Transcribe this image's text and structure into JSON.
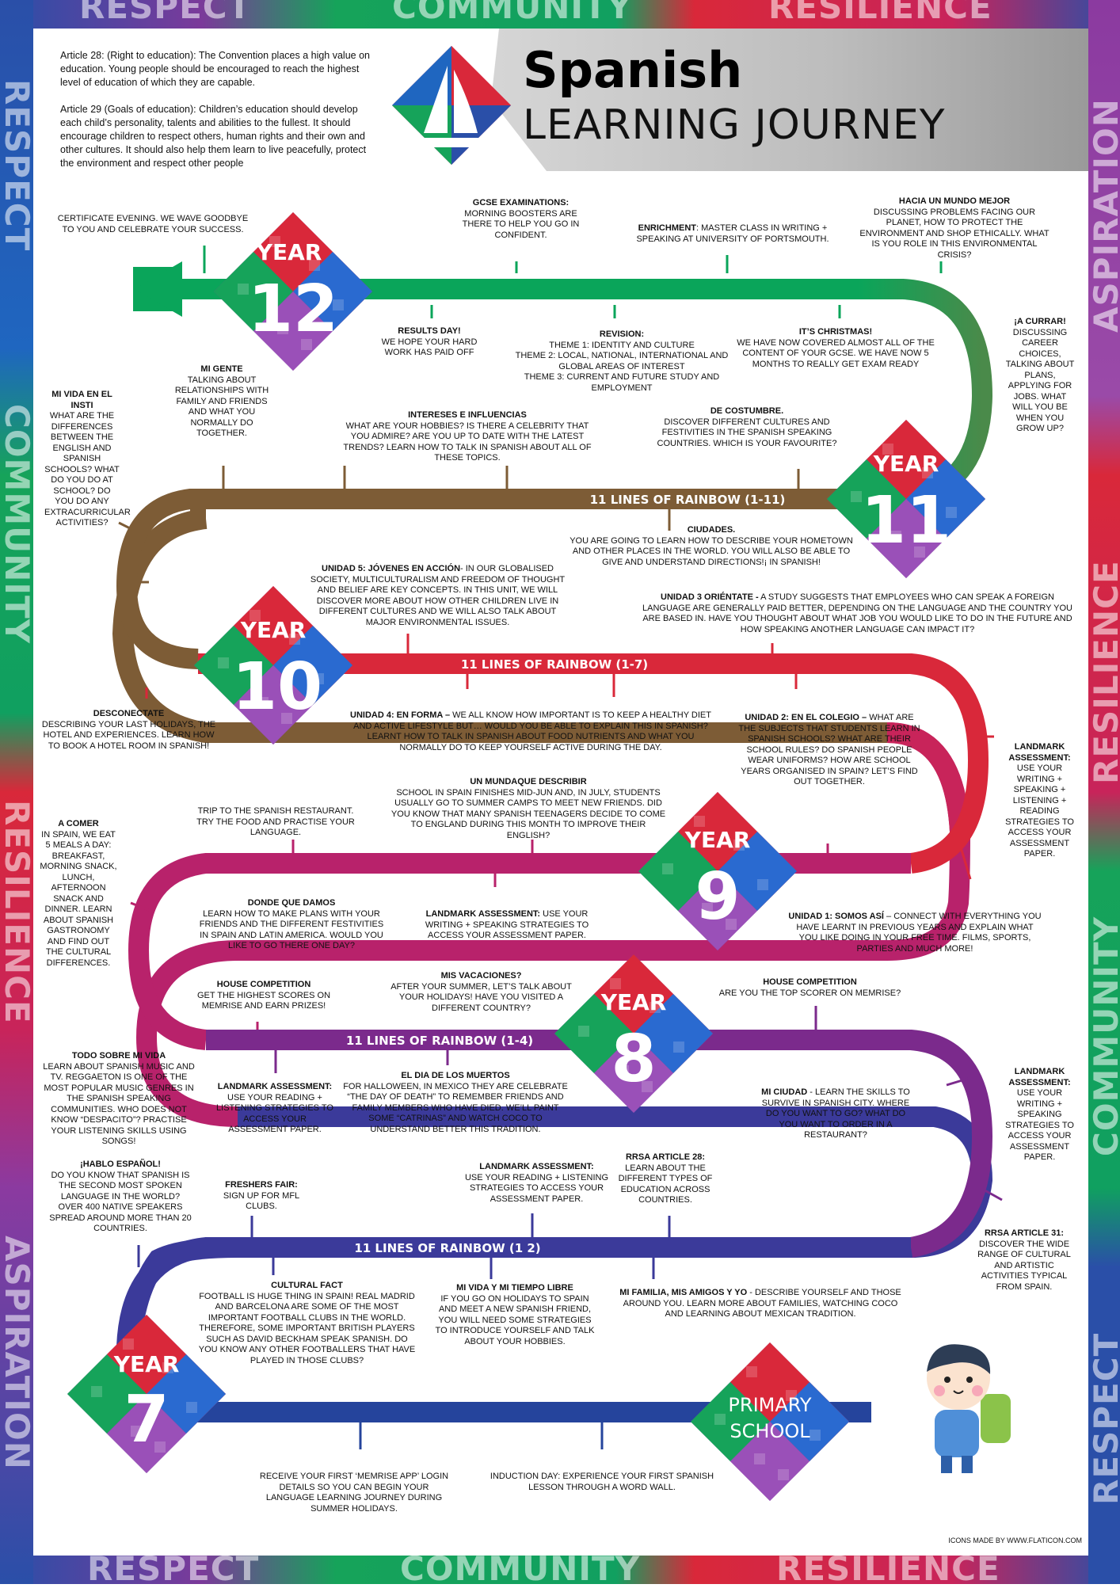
{
  "frame_words": {
    "top": [
      "RESPECT",
      "COMMUNITY",
      "RESILIENCE"
    ],
    "bottom": [
      "RESPECT",
      "COMMUNITY",
      "RESILIENCE"
    ],
    "left": [
      "RESPECT",
      "COMMUNITY",
      "RESILIENCE",
      "ASPIRATION"
    ],
    "right": [
      "ASPIRATION",
      "RESILIENCE",
      "COMMUNITY",
      "RESPECT"
    ]
  },
  "header": {
    "title": "Spanish",
    "subtitle": "LEARNING JOURNEY"
  },
  "articles": [
    {
      "lead": "Article 28:",
      "text": " (Right to education): The Convention places a high value on education. Young people should be encouraged to reach the highest level of education of which they are capable."
    },
    {
      "lead": "Article 29",
      "text": " (Goals of education): Children’s education should develop each child’s personality, talents and abilities to the fullest. It should encourage children to respect others, human rights and their own and other cultures. It should also help them learn to live peacefully, protect the environment and respect other people"
    }
  ],
  "years": [
    {
      "label": "YEAR",
      "num": "12"
    },
    {
      "label": "YEAR",
      "num": "11"
    },
    {
      "label": "YEAR",
      "num": "10"
    },
    {
      "label": "YEAR",
      "num": "9"
    },
    {
      "label": "YEAR",
      "num": "8"
    },
    {
      "label": "YEAR",
      "num": "7"
    },
    {
      "label": "PRIMARY",
      "num": "SCHOOL"
    }
  ],
  "rainbow_labels": [
    "11 LINES OF RAINBOW (1-11)",
    "11 LINES OF RAINBOW (1-7)",
    "11 LINES OF RAINBOW (1-4)",
    "11 LINES OF RAINBOW (1 2)"
  ],
  "milestones": [
    {
      "title": "",
      "text": "CERTIFICATE EVENING. WE WAVE GOODBYE TO YOU AND CELEBRATE YOUR SUCCESS."
    },
    {
      "title": "GCSE EXAMINATIONS:",
      "text": "MORNING BOOSTERS ARE THERE TO HELP YOU GO IN CONFIDENT."
    },
    {
      "title": "ENRICHMENT",
      "text": ": MASTER CLASS IN WRITING + SPEAKING AT UNIVERSITY OF PORTSMOUTH."
    },
    {
      "title": "HACIA UN MUNDO MEJOR",
      "text": "DISCUSSING PROBLEMS FACING OUR PLANET, HOW TO PROTECT THE ENVIRONMENT AND SHOP ETHICALLY. WHAT IS YOU ROLE IN THIS ENVIRONMENTAL CRISIS?"
    },
    {
      "title": "RESULTS DAY!",
      "text": "WE HOPE YOUR HARD WORK HAS PAID OFF"
    },
    {
      "title": "REVISION:",
      "text": "THEME 1: IDENTITY AND CULTURE\nTHEME 2: LOCAL, NATIONAL, INTERNATIONAL AND GLOBAL AREAS OF INTEREST\nTHEME 3: CURRENT AND FUTURE STUDY AND EMPLOYMENT"
    },
    {
      "title": "IT’S CHRISTMAS!",
      "text": "WE HAVE NOW COVERED ALMOST ALL OF THE CONTENT OF YOUR GCSE. WE HAVE NOW 5 MONTHS TO REALLY GET EXAM READY"
    },
    {
      "title": "¡A CURRAR!",
      "text": "DISCUSSING CAREER CHOICES, TALKING ABOUT PLANS, APPLYING FOR JOBS. WHAT WILL YOU BE WHEN YOU GROW UP?"
    },
    {
      "title": "MI GENTE",
      "text": "TALKING ABOUT RELATIONSHIPS WITH FAMILY AND FRIENDS AND WHAT YOU NORMALLY DO TOGETHER."
    },
    {
      "title": "MI VIDA EN EL INSTI",
      "text": "WHAT ARE THE DIFFERENCES BETWEEN THE ENGLISH AND SPANISH SCHOOLS? WHAT DO YOU DO AT SCHOOL? DO YOU DO ANY EXTRACURRICULAR ACTIVITIES?"
    },
    {
      "title": "INTERESES E INFLUENCIAS",
      "text": "WHAT ARE YOUR HOBBIES? IS THERE A CELEBRITY THAT YOU ADMIRE? ARE YOU UP TO DATE WITH THE LATEST TRENDS? LEARN HOW TO TALK IN SPANISH ABOUT ALL OF THESE TOPICS."
    },
    {
      "title": "DE COSTUMBRE.",
      "text": "DISCOVER DIFFERENT CULTURES AND FESTIVITIES IN THE SPANISH SPEAKING COUNTRIES. WHICH IS YOUR FAVOURITE?"
    },
    {
      "title": "CIUDADES.",
      "text": "YOU ARE GOING TO LEARN HOW TO DESCRIBE YOUR HOMETOWN AND OTHER PLACES IN THE WORLD. YOU WILL ALSO BE ABLE TO GIVE AND UNDERSTAND DIRECTIONS!¡ IN SPANISH!"
    },
    {
      "title": "UNIDAD 5: JÓVENES EN ACCIÓN",
      "text": "- IN OUR GLOBALISED SOCIETY, MULTICULTURALISM AND FREEDOM OF THOUGHT AND BELIEF ARE KEY CONCEPTS. IN THIS UNIT, WE WILL DISCOVER MORE ABOUT HOW OTHER CHILDREN LIVE IN DIFFERENT CULTURES AND WE WILL ALSO TALK ABOUT MAJOR ENVIRONMENTAL ISSUES."
    },
    {
      "title": "UNIDAD 3 ORIÉNTATE -",
      "text": " A STUDY SUGGESTS THAT EMPLOYEES WHO CAN SPEAK A FOREIGN LANGUAGE ARE GENERALLY PAID BETTER, DEPENDING ON THE LANGUAGE AND THE COUNTRY YOU ARE BASED IN. HAVE YOU THOUGHT ABOUT WHAT JOB YOU WOULD LIKE TO DO IN THE FUTURE AND HOW SPEAKING ANOTHER LANGUAGE CAN IMPACT IT?"
    },
    {
      "title": "DESCONECTATE",
      "text": "DESCRIBING YOUR LAST HOLIDAYS, THE HOTEL AND EXPERIENCES. LEARN HOW TO BOOK A HOTEL ROOM IN SPANISH!"
    },
    {
      "title": "UNIDAD 4: EN FORMA –",
      "text": " WE ALL KNOW HOW IMPORTANT IS TO KEEP A HEALTHY DIET AND ACTIVE LIFESTYLE BUT… WOULD YOU BE ABLE TO EXPLAIN THIS IN SPANISH? LEARNT HOW TO TALK IN SPANISH ABOUT FOOD NUTRIENTS AND WHAT YOU NORMALLY DO TO KEEP YOURSELF ACTIVE DURING THE DAY."
    },
    {
      "title": "UNIDAD 2: EN EL COLEGIO –",
      "text": " WHAT ARE THE SUBJECTS THAT STUDENTS LEARN IN SPANISH SCHOOLS? WHAT ARE THEIR SCHOOL RULES? DO SPANISH PEOPLE WEAR UNIFORMS? HOW ARE SCHOOL YEARS ORGANISED IN SPAIN? LET’S FIND OUT TOGETHER."
    },
    {
      "title": "LANDMARK ASSESSMENT:",
      "text": "USE YOUR WRITING + SPEAKING + LISTENING + READING STRATEGIES TO ACCESS YOUR ASSESSMENT PAPER."
    },
    {
      "title": "UN MUNDAQUE DESCRIBIR",
      "text": "SCHOOL IN SPAIN FINISHES MID-JUN AND, IN JULY, STUDENTS USUALLY GO TO SUMMER CAMPS TO MEET NEW FRIENDS. DID YOU KNOW THAT MANY SPANISH TEENAGERS DECIDE TO COME TO ENGLAND DURING THIS MONTH TO IMPROVE THEIR ENGLISH?"
    },
    {
      "title": "",
      "text": "TRIP TO THE SPANISH RESTAURANT. TRY THE FOOD AND PRACTISE YOUR LANGUAGE."
    },
    {
      "title": "A COMER",
      "text": "IN SPAIN, WE EAT 5 MEALS A DAY: BREAKFAST, MORNING SNACK, LUNCH, AFTERNOON SNACK AND DINNER. LEARN ABOUT SPANISH GASTRONOMY AND FIND OUT THE CULTURAL DIFFERENCES."
    },
    {
      "title": "DONDE QUE DAMOS",
      "text": "LEARN HOW TO MAKE PLANS WITH YOUR FRIENDS AND THE DIFFERENT FESTIVITIES IN SPAIN AND LATIN AMERICA. WOULD YOU LIKE TO GO THERE ONE DAY?"
    },
    {
      "title": "LANDMARK ASSESSMENT:",
      "text": " USE YOUR WRITING + SPEAKING STRATEGIES TO ACCESS YOUR ASSESSMENT PAPER."
    },
    {
      "title": "UNIDAD 1: SOMOS ASÍ",
      "text": " – CONNECT WITH EVERYTHING YOU HAVE LEARNT IN PREVIOUS YEARS AND EXPLAIN WHAT YOU LIKE DOING IN YOUR FREE TIME. FILMS, SPORTS, PARTIES AND MUCH MORE!"
    },
    {
      "title": "HOUSE COMPETITION",
      "text": "GET THE HIGHEST SCORES ON MEMRISE AND EARN PRIZES!"
    },
    {
      "title": "MIS VACACIONES?",
      "text": "AFTER YOUR SUMMER, LET’S TALK ABOUT YOUR HOLIDAYS! HAVE YOU VISITED A DIFFERENT COUNTRY?"
    },
    {
      "title": "HOUSE COMPETITION",
      "text": "ARE YOU THE TOP SCORER ON MEMRISE?"
    },
    {
      "title": "TODO SOBRE MI VIDA",
      "text": "LEARN ABOUT SPANISH MUSIC AND TV. REGGAETON IS ONE OF THE MOST POPULAR MUSIC GENRES IN THE SPANISH SPEAKING COMMUNITIES. WHO DOES NOT KNOW “DESPACITO”? PRACTISE YOUR LISTENING SKILLS USING SONGS!"
    },
    {
      "title": "LANDMARK ASSESSMENT:",
      "text": "USE YOUR READING + LISTENING STRATEGIES TO ACCESS YOUR ASSESSMENT PAPER."
    },
    {
      "title": "EL DIA DE LOS MUERTOS",
      "text": "FOR HALLOWEEN, IN MEXICO THEY ARE CELEBRATE “THE DAY OF DEATH” TO REMEMBER FRIENDS AND FAMILY MEMBERS WHO HAVE DIED. WE’LL PAINT SOME “CATRINAS” AND WATCH COCO TO UNDERSTAND BETTER THIS TRADITION."
    },
    {
      "title": "MI CIUDAD",
      "text": " - LEARN THE SKILLS TO SURVIVE IN SPANISH CITY. WHERE DO YOU WANT TO GO? WHAT DO YOU WANT TO ORDER IN A RESTAURANT?"
    },
    {
      "title": "LANDMARK ASSESSMENT:",
      "text": "USE YOUR WRITING + SPEAKING STRATEGIES TO ACCESS YOUR ASSESSMENT PAPER."
    },
    {
      "title": "¡HABLO ESPAÑOL!",
      "text": "DO YOU KNOW THAT SPANISH IS THE SECOND MOST SPOKEN LANGUAGE IN THE WORLD? OVER 400 NATIVE SPEAKERS SPREAD AROUND MORE THAN 20 COUNTRIES."
    },
    {
      "title": "FRESHERS FAIR:",
      "text": "SIGN UP FOR MFL CLUBS."
    },
    {
      "title": "LANDMARK ASSESSMENT:",
      "text": "USE YOUR READING + LISTENING STRATEGIES TO ACCESS YOUR ASSESSMENT PAPER."
    },
    {
      "title": "RRSA ARTICLE 28:",
      "text": "LEARN ABOUT THE DIFFERENT TYPES OF EDUCATION ACROSS COUNTRIES."
    },
    {
      "title": "RRSA ARTICLE 31:",
      "text": "DISCOVER THE WIDE RANGE OF CULTURAL AND ARTISTIC ACTIVITIES TYPICAL FROM SPAIN."
    },
    {
      "title": "CULTURAL FACT",
      "text": "FOOTBALL IS HUGE THING IN SPAIN! REAL MADRID AND BARCELONA ARE SOME OF THE MOST IMPORTANT FOOTBALL CLUBS IN THE WORLD. THEREFORE, SOME IMPORTANT BRITISH PLAYERS SUCH AS DAVID BECKHAM SPEAK SPANISH. DO YOU KNOW ANY OTHER FOOTBALLERS THAT HAVE PLAYED IN THOSE CLUBS?"
    },
    {
      "title": "MI VIDA Y MI TIEMPO LIBRE",
      "text": "IF YOU GO ON HOLIDAYS TO SPAIN AND MEET A NEW SPANISH FRIEND, YOU WILL NEED SOME STRATEGIES TO INTRODUCE YOURSELF AND TALK ABOUT YOUR HOBBIES."
    },
    {
      "title": "MI FAMILIA, MIS AMIGOS Y YO",
      "text": " - DESCRIBE YOURSELF AND THOSE AROUND YOU. LEARN MORE ABOUT FAMILIES, WATCHING COCO AND LEARNING ABOUT MEXICAN TRADITION."
    },
    {
      "title": "",
      "text": "RECEIVE YOUR FIRST ‘MEMRISE APP’ LOGIN DETAILS SO YOU CAN BEGIN YOUR LANGUAGE LEARNING JOURNEY DURING SUMMER HOLIDAYS."
    },
    {
      "title": "",
      "text": "INDUCTION DAY: EXPERIENCE YOUR FIRST SPANISH LESSON THROUGH A WORD WALL."
    }
  ],
  "credit": "ICONS MADE BY WWW.FLATICON.COM",
  "colors": {
    "green": "#0aa55a",
    "brown": "#7d5c36",
    "red": "#d9283a",
    "magenta": "#b8226b",
    "purple": "#7b2a8c",
    "indigo": "#3b3a9a",
    "blue": "#25449c"
  }
}
